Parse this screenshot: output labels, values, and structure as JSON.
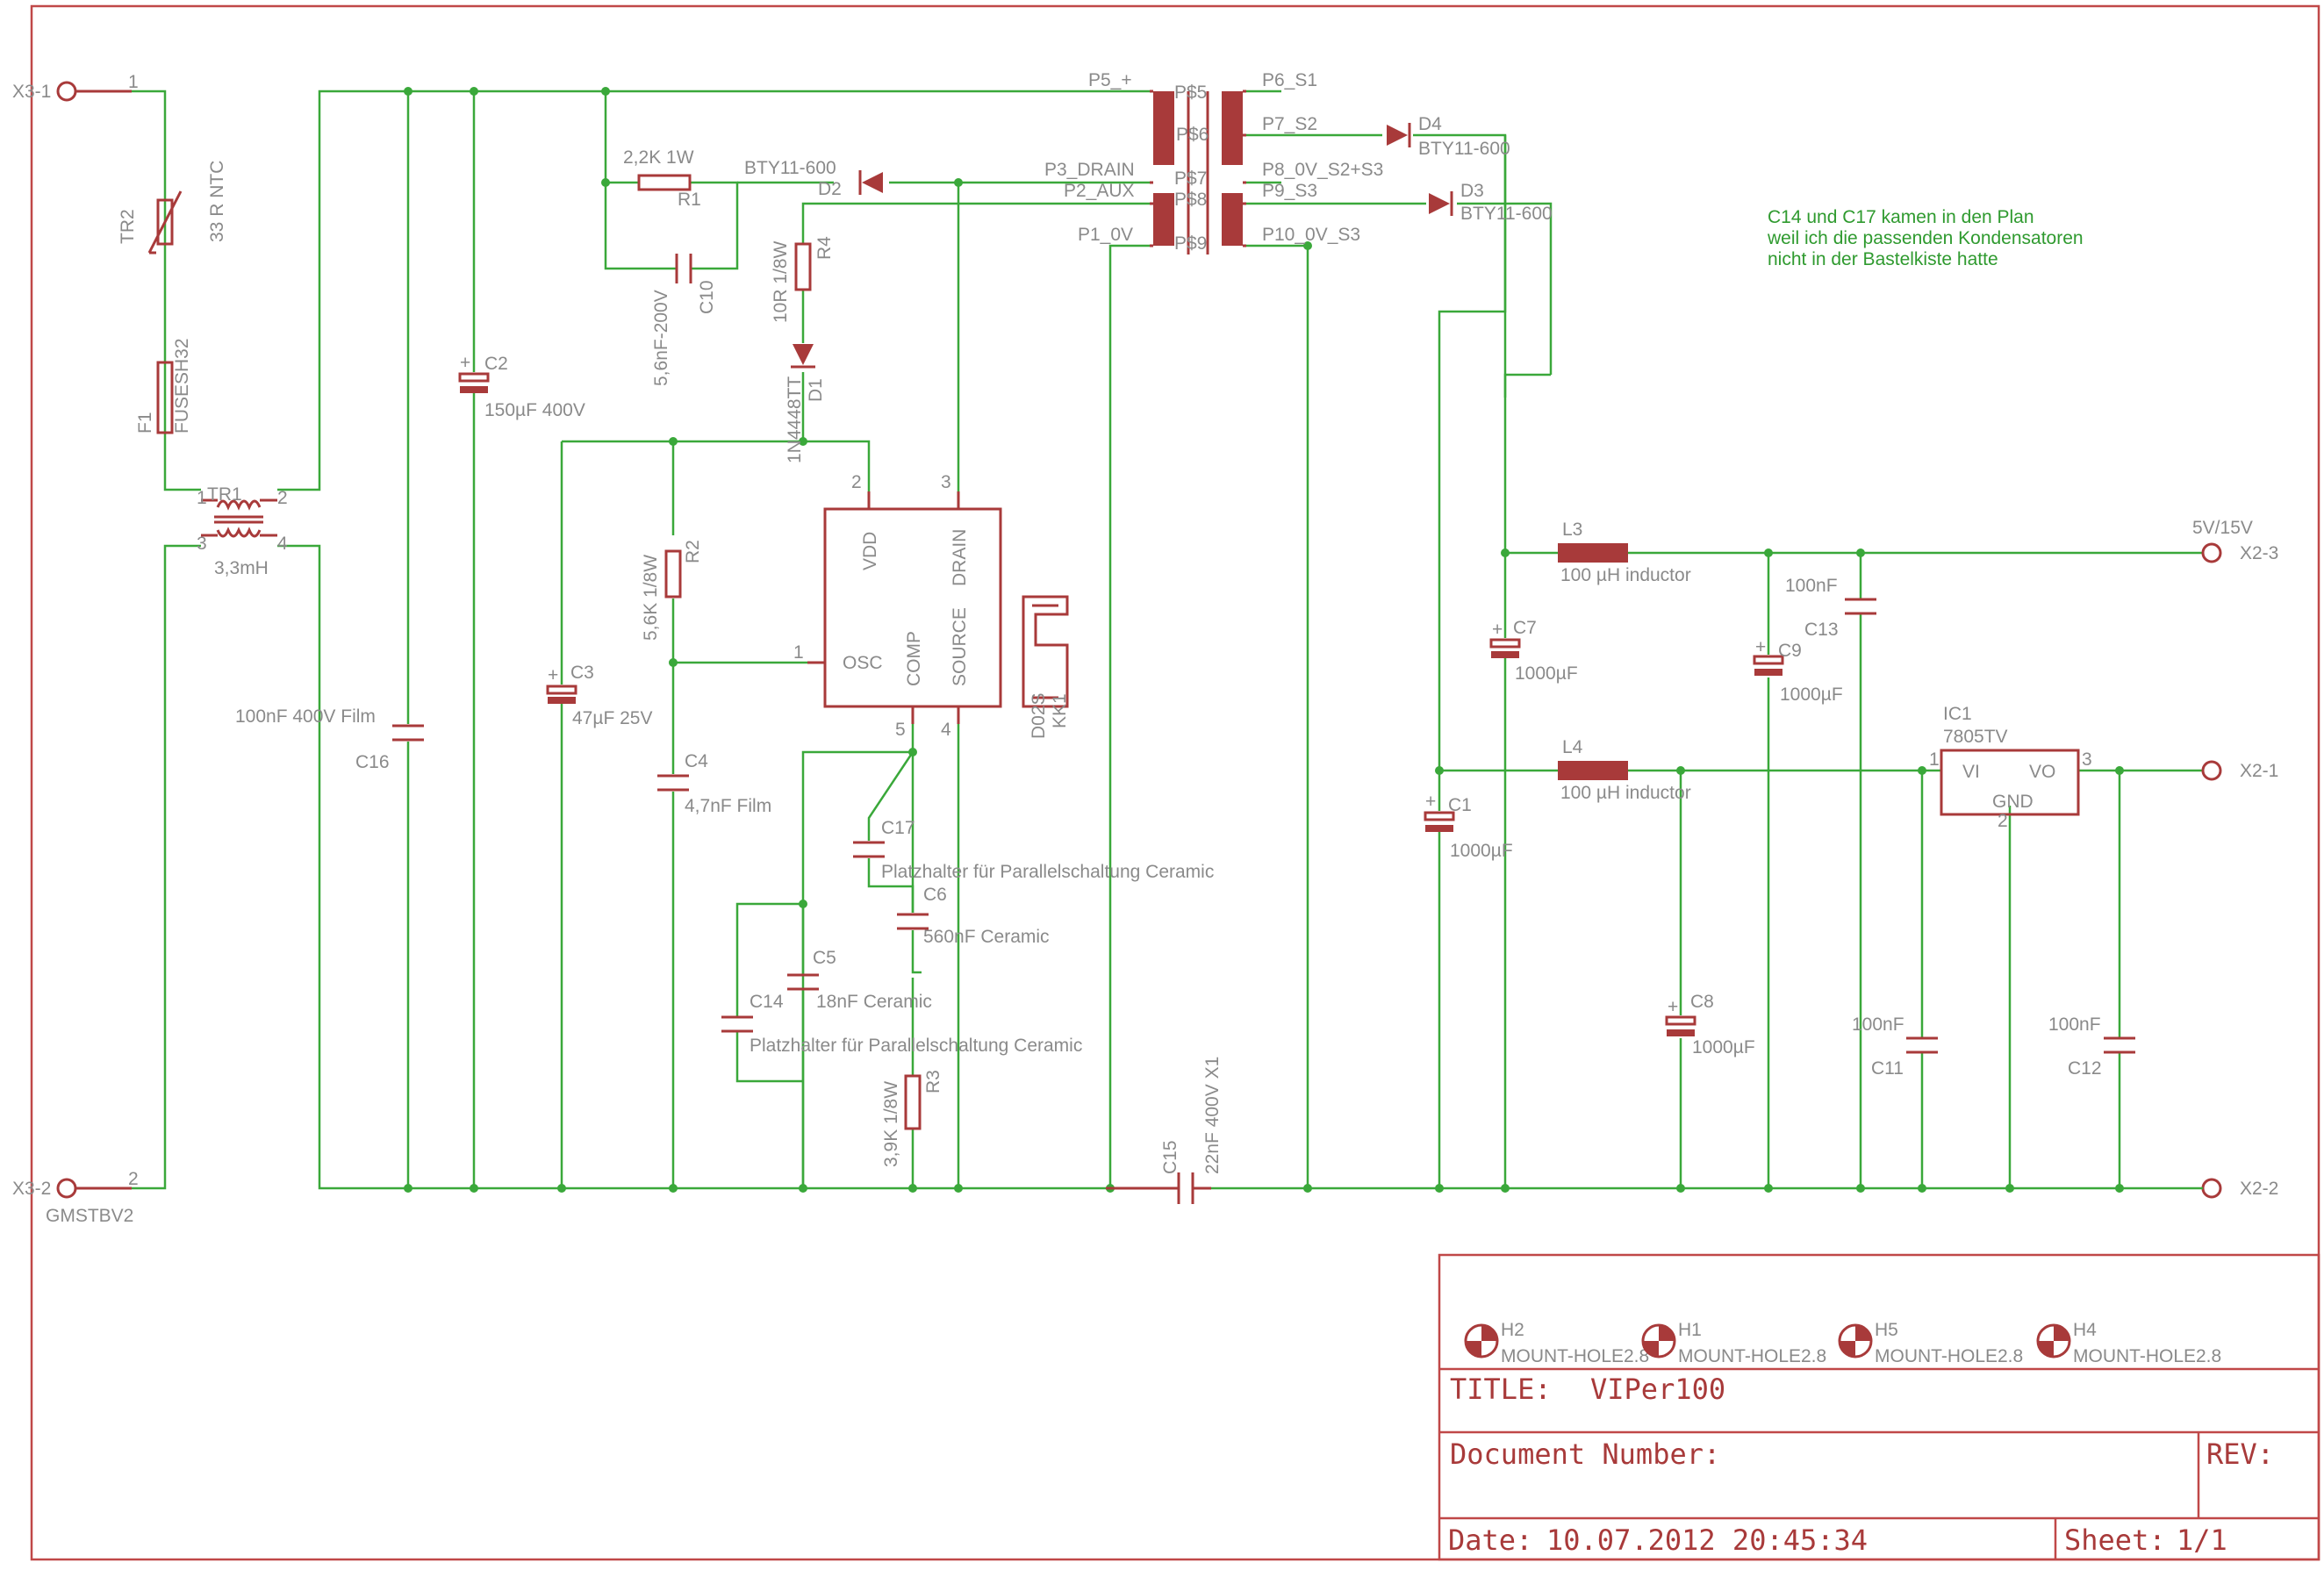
{
  "notes": {
    "line1": "C14 und C17 kamen in den Plan",
    "line2": "weil ich die passenden Kondensatoren",
    "line3": "nicht in der Bastelkiste hatte"
  },
  "connectors": {
    "x3_1": "X3-1",
    "x3_2": "X3-2",
    "x3_model": "GMSTBV2",
    "x2_3": "X2-3",
    "x2_1": "X2-1",
    "x2_2": "X2-2",
    "out_voltage": "5V/15V",
    "pin1": "1",
    "pin2": "2"
  },
  "parts": {
    "tr2": {
      "name": "TR2",
      "value": "33 R NTC"
    },
    "f1": {
      "name": "F1",
      "value": "FUSESH32"
    },
    "tr1": {
      "name": "TR1",
      "value": "3,3mH",
      "p1": "1",
      "p2": "2",
      "p3": "3",
      "p4": "4"
    },
    "c16": {
      "name": "C16",
      "value": "100nF 400V Film"
    },
    "c2": {
      "name": "C2",
      "value": "150µF 400V"
    },
    "r1": {
      "name": "R1",
      "value": "2,2K 1W"
    },
    "c10": {
      "name": "C10",
      "value": "5,6nF-200V"
    },
    "d2": {
      "name": "D2",
      "value": "BTY11-600"
    },
    "r4": {
      "name": "R4",
      "value": "10R 1/8W"
    },
    "d1": {
      "name": "D1",
      "value": "1N4448TT"
    },
    "c3": {
      "name": "C3",
      "value": "47µF 25V"
    },
    "r2": {
      "name": "R2",
      "value": "5,6K 1/8W"
    },
    "c4": {
      "name": "C4",
      "value": "4,7nF Film"
    },
    "ic": {
      "vdd": "VDD",
      "drain": "DRAIN",
      "osc": "OSC",
      "comp": "COMP",
      "source": "SOURCE",
      "pin1": "1",
      "pin2": "2",
      "pin3": "3",
      "pin4": "4",
      "pin5": "5"
    },
    "kk1": {
      "name": "KK1",
      "value": "D02S"
    },
    "c17": {
      "name": "C17",
      "value": "Platzhalter für Parallelschaltung Ceramic"
    },
    "c6": {
      "name": "C6",
      "value": "560nF  Ceramic"
    },
    "c5": {
      "name": "C5",
      "value": "18nF Ceramic"
    },
    "c14": {
      "name": "C14",
      "value": "Platzhalter für Parallelschaltung Ceramic"
    },
    "r3": {
      "name": "R3",
      "value": "3,9K 1/8W"
    },
    "c15": {
      "name": "C15",
      "value": "22nF 400V X1"
    },
    "d4": {
      "name": "D4",
      "value": "BTY11-600"
    },
    "d3": {
      "name": "D3",
      "value": "BTY11-600"
    },
    "c7": {
      "name": "C7",
      "value": "1000µF"
    },
    "c1": {
      "name": "C1",
      "value": "1000µF"
    },
    "l3": {
      "name": "L3",
      "value": "100 µH inductor"
    },
    "l4": {
      "name": "L4",
      "value": "100 µH inductor"
    },
    "c9": {
      "name": "C9",
      "value": "1000µF"
    },
    "c13": {
      "name": "C13",
      "value": "100nF"
    },
    "c8": {
      "name": "C8",
      "value": "1000µF"
    },
    "c11": {
      "name": "C11",
      "value": "100nF"
    },
    "c12": {
      "name": "C12",
      "value": "100nF"
    },
    "ic1": {
      "name": "IC1",
      "value": "7805TV",
      "vi": "VI",
      "vo": "VO",
      "gnd": "GND",
      "pin1": "1",
      "pin2": "2",
      "pin3": "3"
    }
  },
  "transformer_pins": {
    "p5": "P5_+",
    "p6": "P6_S1",
    "p7": "P7_S2",
    "p8": "P8_0V_S2+S3",
    "p3": "P3_DRAIN",
    "p2": "P2_AUX",
    "p9": "P9_S3",
    "p1": "P1_0V",
    "p10": "P10_0V_S3",
    "ps5": "P$5",
    "ps6": "P$6",
    "ps7": "P$7",
    "ps8": "P$8",
    "ps9": "P$9"
  },
  "mount_holes": [
    {
      "name": "H2",
      "value": "MOUNT-HOLE2.8"
    },
    {
      "name": "H1",
      "value": "MOUNT-HOLE2.8"
    },
    {
      "name": "H5",
      "value": "MOUNT-HOLE2.8"
    },
    {
      "name": "H4",
      "value": "MOUNT-HOLE2.8"
    }
  ],
  "title_block": {
    "title_label": "TITLE:",
    "title": "VIPer100",
    "docnum_label": "Document Number:",
    "rev_label": "REV:",
    "date_label": "Date:",
    "date": "10.07.2012 20:45:34",
    "sheet_label": "Sheet:",
    "sheet": "1/1"
  },
  "colors": {
    "wire": "#3aa83a",
    "part": "#a83a3a",
    "frame": "#c04848",
    "label": "#8a8a8a"
  }
}
